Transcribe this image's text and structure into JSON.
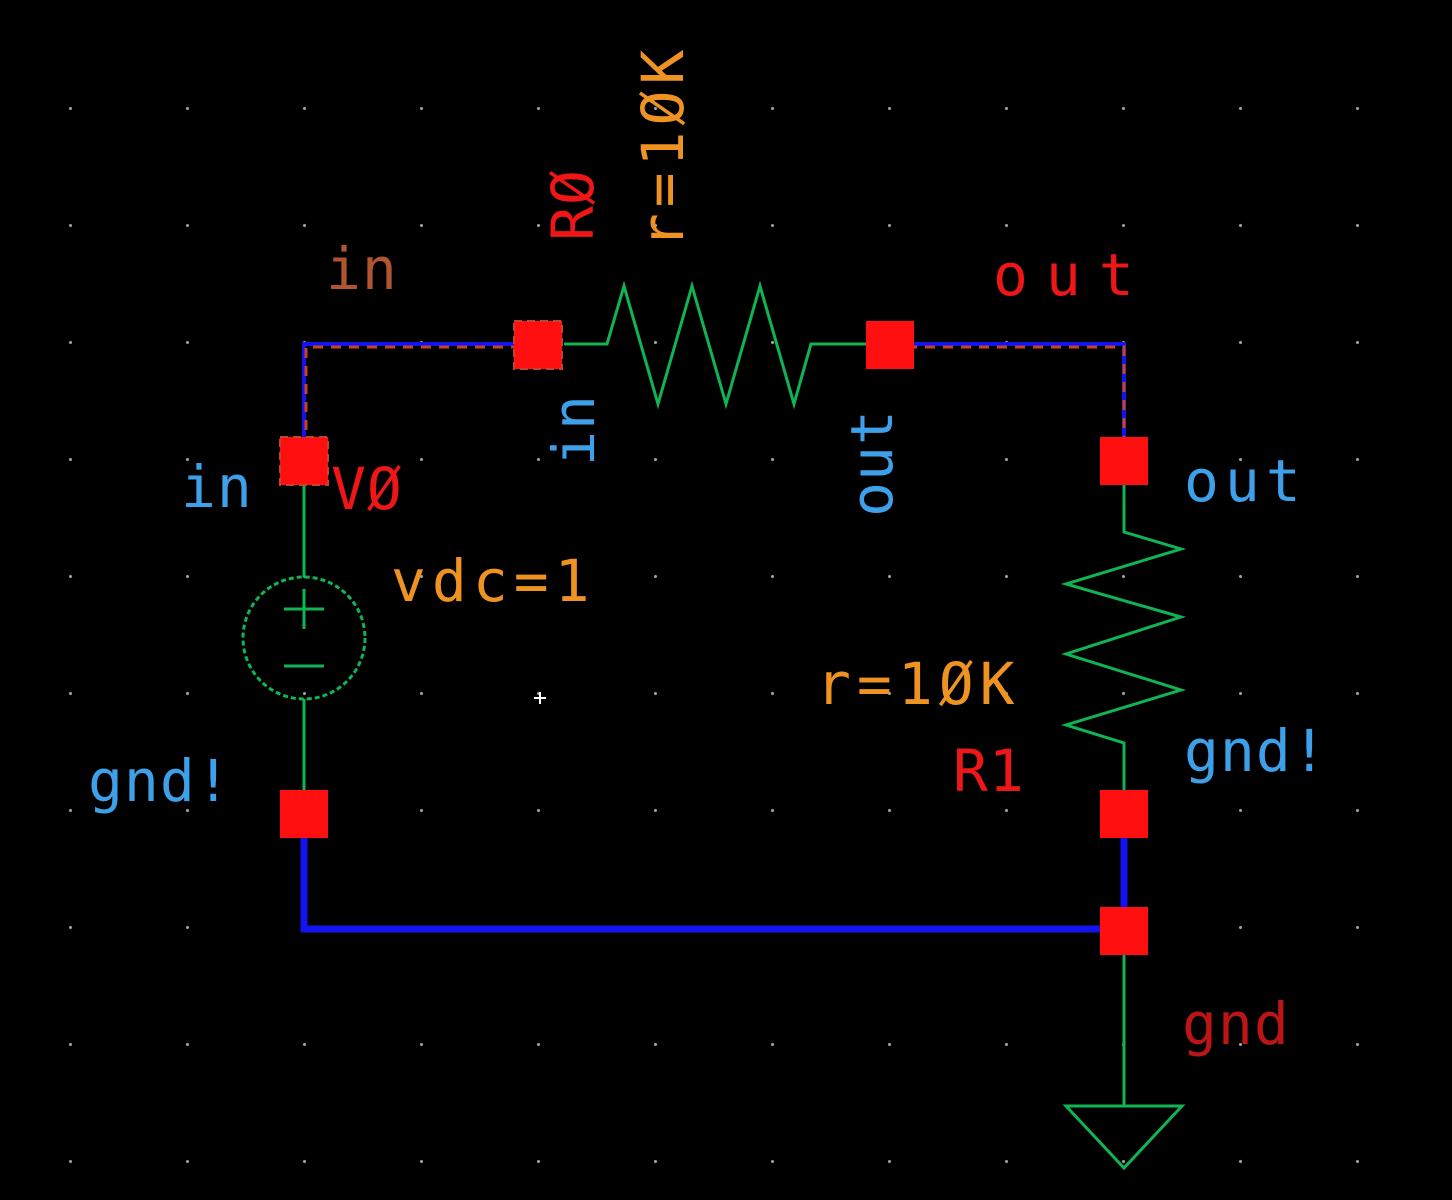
{
  "canvas": {
    "background": "#000000",
    "grid_dot_color": "#c3cdcd"
  },
  "colors": {
    "wire_blue": "#1313ef",
    "select_dash": "#c4432c",
    "component_green": "#10b455",
    "pin_red": "#ff0f0f",
    "label_blue": "#3da0e8",
    "label_red": "#ee1616",
    "label_darkred": "#bb1515",
    "label_rust": "#b15430",
    "param_orange": "#ee9322"
  },
  "components": {
    "v0": {
      "name": "VØ",
      "param": "vdc=1",
      "type": "dc voltage source"
    },
    "r0": {
      "name": "RØ",
      "param": "r=1ØK",
      "type": "resistor"
    },
    "r1": {
      "name": "R1",
      "param": "r=1ØK",
      "type": "resistor"
    },
    "gnd0": {
      "name": "gnd",
      "type": "ground symbol"
    }
  },
  "net_labels": {
    "in": "in",
    "out": "out"
  },
  "pin_labels": {
    "v0_plus": "in",
    "v0_minus": "gnd!",
    "r0_in": "in",
    "r0_out": "out",
    "r1_top": "out",
    "r1_bottom": "gnd!"
  }
}
